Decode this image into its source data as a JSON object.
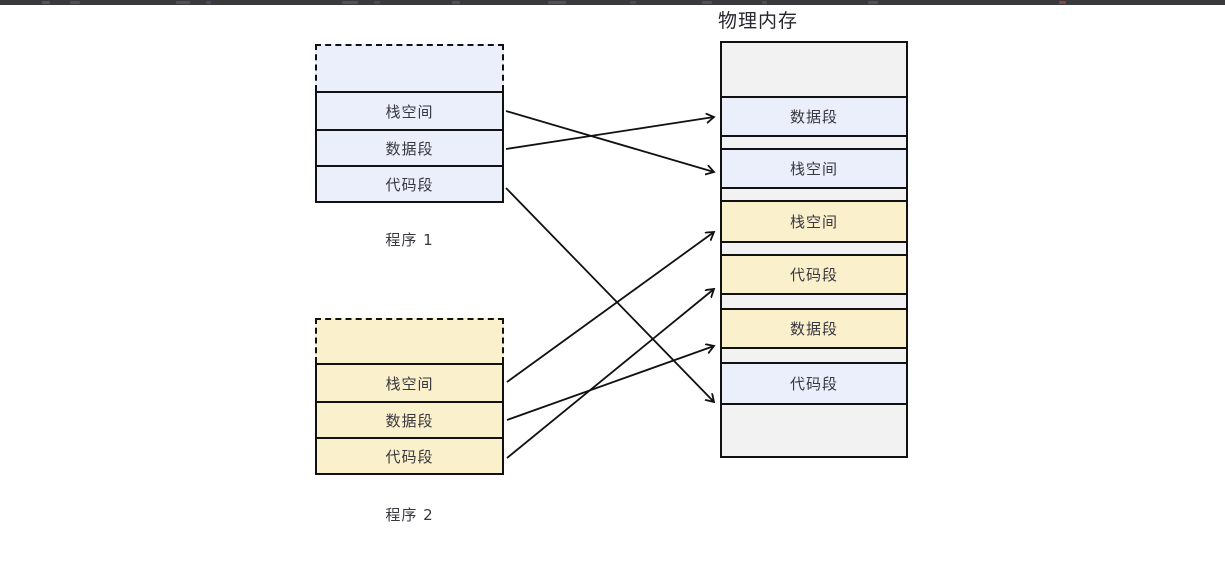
{
  "colors": {
    "background": "#ffffff",
    "topbar": "#3a3a3c",
    "program1_fill": "#eaeffb",
    "program2_fill": "#fbf0cc",
    "free_fill": "#f2f2f2",
    "border": "#111111",
    "text": "#38383f",
    "topbar_accent_red": "#8a4444"
  },
  "memory_title": "物理内存",
  "program1": {
    "label": "程序 1",
    "segments": [
      {
        "label": "栈空间"
      },
      {
        "label": "数据段"
      },
      {
        "label": "代码段"
      }
    ]
  },
  "program2": {
    "label": "程序 2",
    "segments": [
      {
        "label": "栈空间"
      },
      {
        "label": "数据段"
      },
      {
        "label": "代码段"
      }
    ]
  },
  "physical_memory": {
    "cells": [
      {
        "label": "",
        "owner": "free"
      },
      {
        "label": "数据段",
        "owner": "program1"
      },
      {
        "label": "",
        "owner": "free"
      },
      {
        "label": "栈空间",
        "owner": "program1"
      },
      {
        "label": "",
        "owner": "free"
      },
      {
        "label": "栈空间",
        "owner": "program2"
      },
      {
        "label": "",
        "owner": "free"
      },
      {
        "label": "代码段",
        "owner": "program2"
      },
      {
        "label": "",
        "owner": "free"
      },
      {
        "label": "数据段",
        "owner": "program2"
      },
      {
        "label": "",
        "owner": "free"
      },
      {
        "label": "代码段",
        "owner": "program1"
      },
      {
        "label": "",
        "owner": "free"
      }
    ]
  },
  "arrows": [
    {
      "from": "程序 1 · 栈空间",
      "to": "物理内存 · 栈空间"
    },
    {
      "from": "程序 1 · 数据段",
      "to": "物理内存 · 数据段"
    },
    {
      "from": "程序 1 · 代码段",
      "to": "物理内存 · 代码段"
    },
    {
      "from": "程序 2 · 栈空间",
      "to": "物理内存 · 栈空间"
    },
    {
      "from": "程序 2 · 数据段",
      "to": "物理内存 · 数据段"
    },
    {
      "from": "程序 2 · 代码段",
      "to": "物理内存 · 代码段"
    }
  ]
}
